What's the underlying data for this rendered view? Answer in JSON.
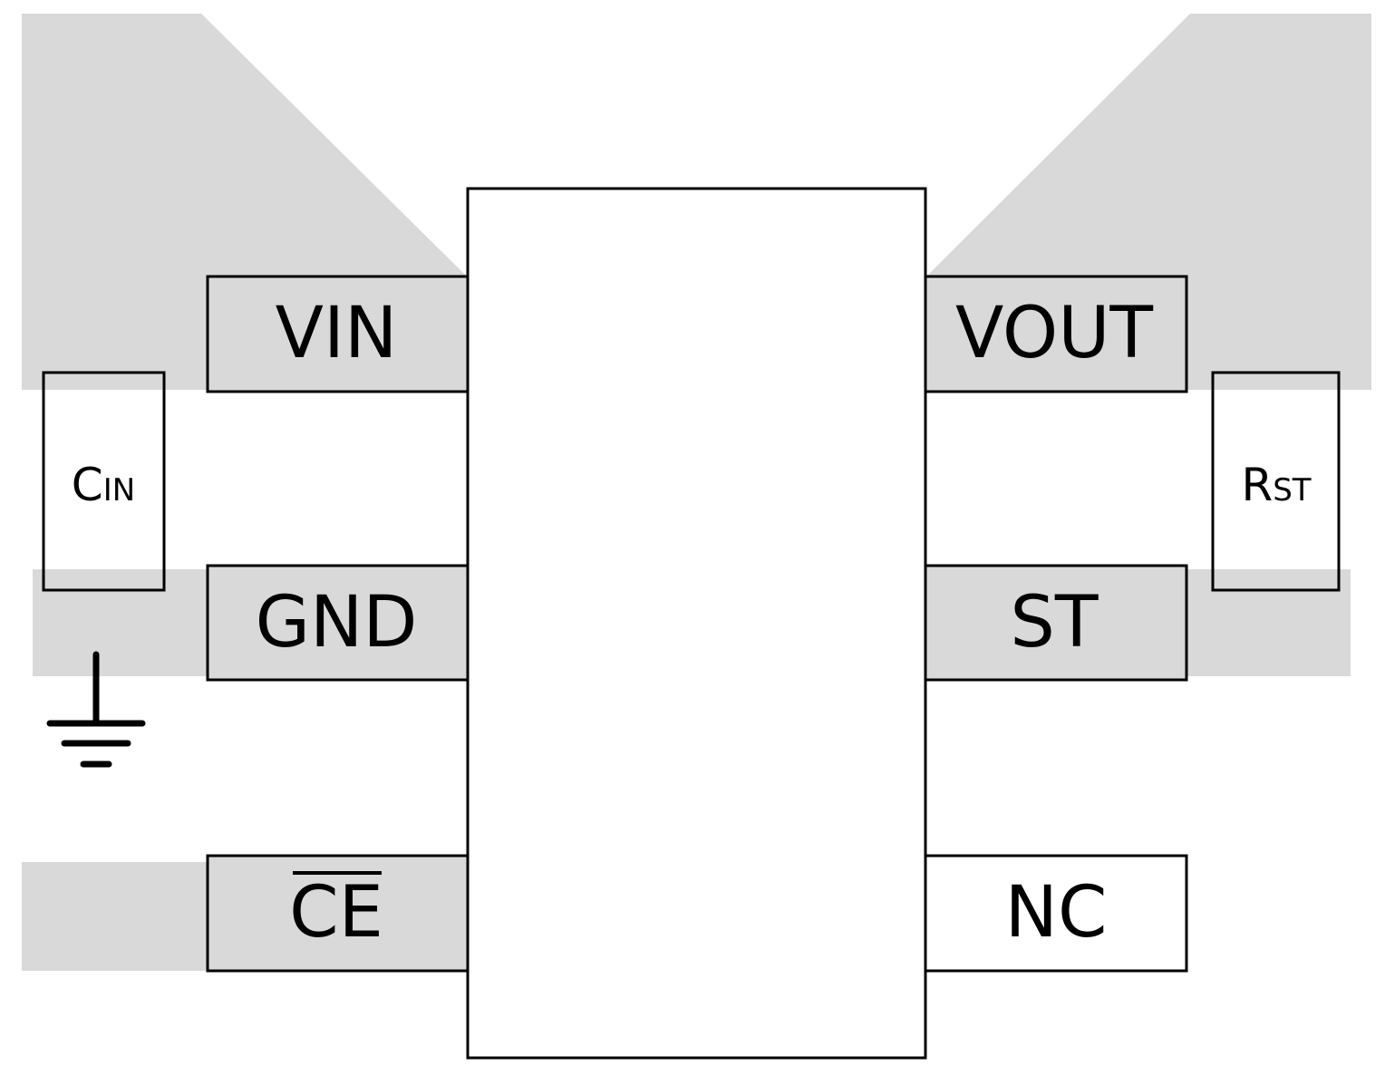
{
  "colors": {
    "copper": "#d9d9d9",
    "outline": "#000000",
    "background": "#ffffff"
  },
  "chip": {
    "pins_left": [
      {
        "id": "vin",
        "label": "VIN",
        "fill": "copper"
      },
      {
        "id": "gnd",
        "label": "GND",
        "fill": "copper"
      },
      {
        "id": "ce",
        "label": "CE",
        "overline": true,
        "fill": "copper"
      }
    ],
    "pins_right": [
      {
        "id": "vout",
        "label": "VOUT",
        "fill": "copper"
      },
      {
        "id": "st",
        "label": "ST",
        "fill": "copper"
      },
      {
        "id": "nc",
        "label": "NC",
        "fill": "white"
      }
    ]
  },
  "components": {
    "cin": {
      "main": "C",
      "sub": "IN"
    },
    "rst": {
      "main": "R",
      "sub": "ST"
    }
  },
  "icons": {
    "ground": "ground-symbol-icon"
  }
}
